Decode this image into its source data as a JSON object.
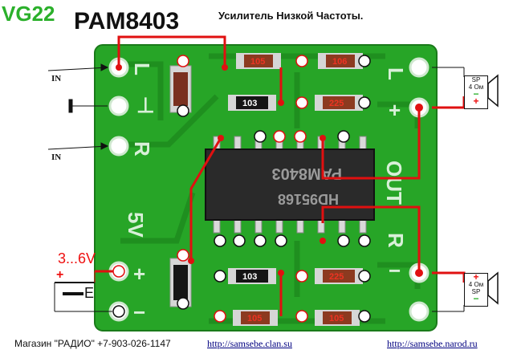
{
  "header": {
    "brand": "VG22",
    "chip_name": "PAM8403",
    "subtitle": "Усилитель Низкой Частоты."
  },
  "board": {
    "chip_marking_line1": "PAM8403",
    "chip_marking_line2": "HD95168",
    "silk_left": [
      "L",
      "⊥",
      "R",
      "5V",
      "+",
      "−"
    ],
    "silk_right": [
      "L",
      "OUT",
      "R",
      "+",
      "−"
    ],
    "resistor_labels": [
      "105",
      "106",
      "103",
      "225",
      "103",
      "225",
      "105",
      "105"
    ]
  },
  "annotations": {
    "input_label_top": "IN",
    "input_label_bottom": "IN",
    "voltage": "3...6V",
    "plus": "+",
    "battery_label": "E"
  },
  "speakers": [
    {
      "line1": "SP",
      "line2": "4 Ом",
      "top_sign": "−",
      "bottom_sign": "+"
    },
    {
      "line1": "4 Ом",
      "line2": "SP",
      "top_sign": "+",
      "bottom_sign": "−"
    }
  ],
  "footer": {
    "shop": "Магазин \"РАДИО\" +7-903-026-1147",
    "url_left": "http://samsebe.clan.su",
    "url_right": "http://samsebe.narod.ru"
  },
  "colors": {
    "board_green": "#27a527",
    "trace_green": "#1f8f1f",
    "wire_red": "#e01010",
    "brand_green": "#2bb02b"
  }
}
